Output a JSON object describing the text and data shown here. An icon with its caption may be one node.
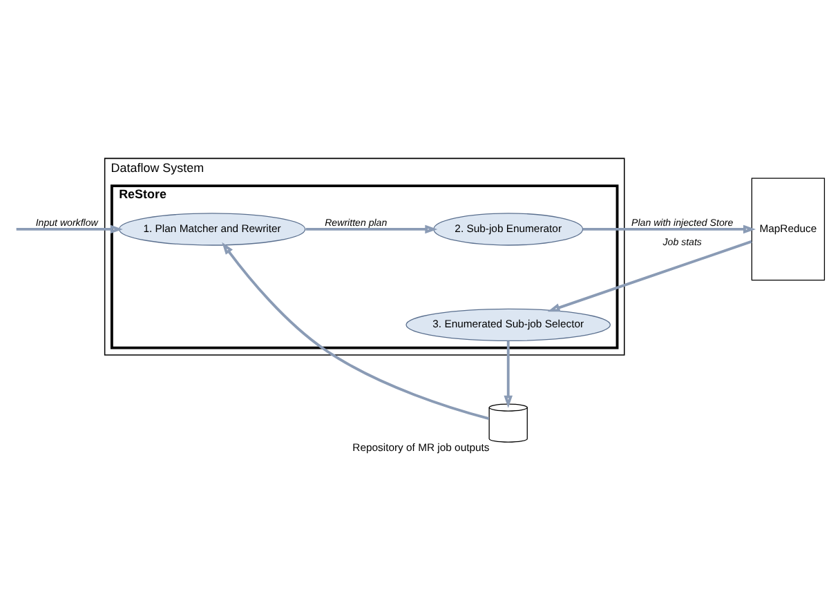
{
  "diagram": {
    "nodes": [
      {
        "text": [
          "Dataflow System"
        ]
      },
      {
        "text": [
          "ReStore"
        ],
        "in": 0
      },
      {
        "text": [
          "1. Plan Matcher and Rewriter"
        ],
        "in": 1
      },
      {
        "text": [
          "2. Sub-job Enumerator"
        ],
        "in": 1
      },
      {
        "text": [
          "3. Enumerated Sub-job Selector"
        ],
        "in": 1
      },
      {
        "text": [
          "MapReduce"
        ]
      },
      {
        "text": [],
        "shape": "cylinder",
        "beside": [
          "Repository of MR job outputs"
        ]
      }
    ],
    "edges": [
      {
        "from": null,
        "to": 2,
        "arrow": "to",
        "label": "Input workflow"
      },
      {
        "from": 2,
        "to": 3,
        "arrow": "to",
        "label": "Rewritten plan"
      },
      {
        "from": 3,
        "to": 5,
        "arrow": "to",
        "label": "Plan with injected Store"
      },
      {
        "from": 5,
        "to": 4,
        "arrow": "to",
        "label": "Job stats"
      },
      {
        "from": 4,
        "to": 6,
        "arrow": "to"
      },
      {
        "from": 6,
        "to": 2,
        "arrow": "to"
      }
    ]
  }
}
